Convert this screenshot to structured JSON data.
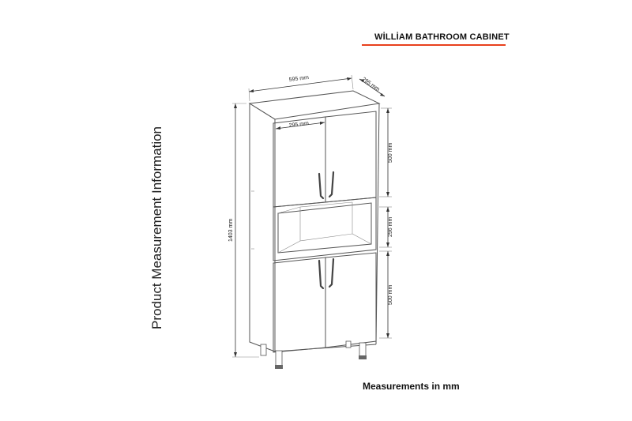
{
  "header": {
    "title": "WİLLİAM BATHROOM CABINET",
    "underline_color": "#e8401c"
  },
  "side_label": "Product Measurement Information",
  "footer": "Measurements in mm",
  "dimensions": {
    "width": "595 mm",
    "depth": "295 mm",
    "door_width": "295 mm",
    "height": "1403 mm",
    "upper_section": "500 mm",
    "middle_section": "296 mm",
    "lower_section": "500 mm"
  }
}
